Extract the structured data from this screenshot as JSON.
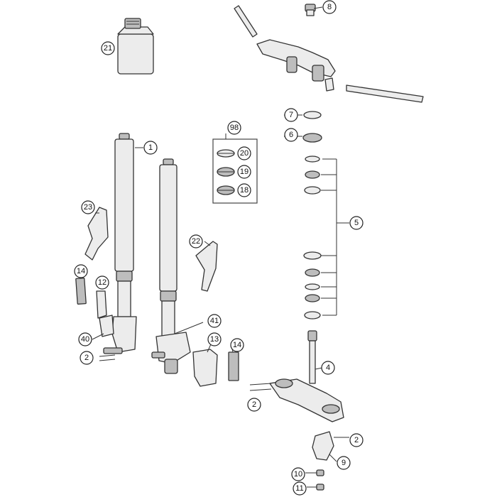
{
  "callouts": [
    {
      "id": "c1",
      "label": "1"
    },
    {
      "id": "c2a",
      "label": "2"
    },
    {
      "id": "c2b",
      "label": "2"
    },
    {
      "id": "c2c",
      "label": "2"
    },
    {
      "id": "c4",
      "label": "4"
    },
    {
      "id": "c5",
      "label": "5"
    },
    {
      "id": "c6",
      "label": "6"
    },
    {
      "id": "c7",
      "label": "7"
    },
    {
      "id": "c8",
      "label": "8"
    },
    {
      "id": "c9",
      "label": "9"
    },
    {
      "id": "c10",
      "label": "10"
    },
    {
      "id": "c11",
      "label": "11"
    },
    {
      "id": "c12",
      "label": "12"
    },
    {
      "id": "c13",
      "label": "13"
    },
    {
      "id": "c14a",
      "label": "14"
    },
    {
      "id": "c14b",
      "label": "14"
    },
    {
      "id": "c18",
      "label": "18"
    },
    {
      "id": "c19",
      "label": "19"
    },
    {
      "id": "c20",
      "label": "20"
    },
    {
      "id": "c21",
      "label": "21"
    },
    {
      "id": "c22",
      "label": "22"
    },
    {
      "id": "c23",
      "label": "23"
    },
    {
      "id": "c40",
      "label": "40"
    },
    {
      "id": "c41",
      "label": "41"
    },
    {
      "id": "c98",
      "label": "98"
    }
  ],
  "colors": {
    "line": "#333333",
    "part_fill": "#ececec",
    "part_dark": "#bdbdbd",
    "background": "#ffffff"
  }
}
